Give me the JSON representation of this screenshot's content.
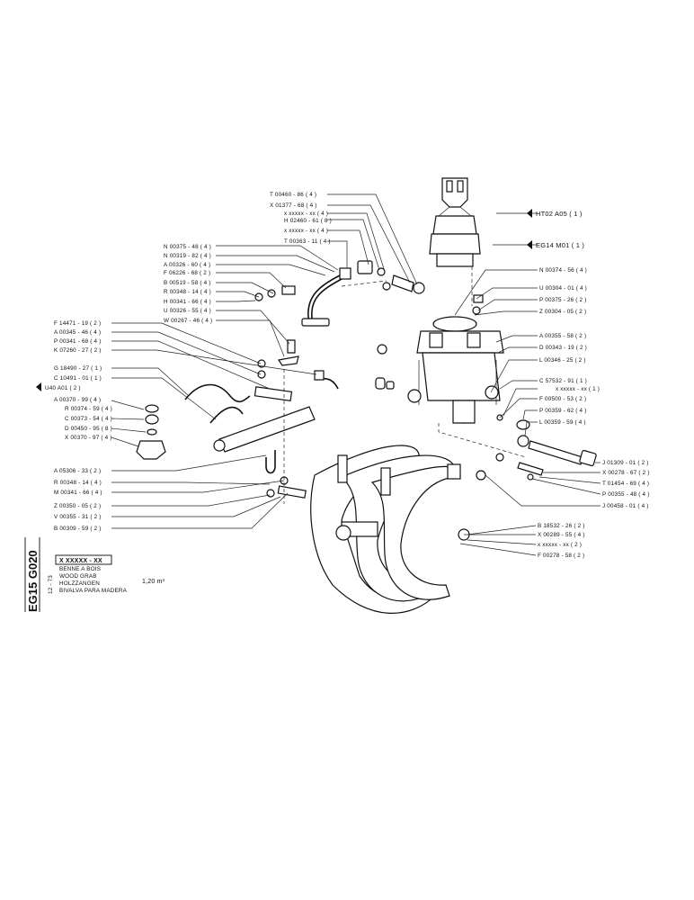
{
  "left_labels": [
    "N 00375 - 48 ( 4 )",
    "N 00319 - 82 ( 4 )",
    "A 00326 - 60 ( 4 )",
    "F 06226 - 68 ( 2 )",
    "B 00519 - 58 ( 4 )",
    "R 00348 - 14 ( 4 )",
    "H 00341 - 66 ( 4 )",
    "U 00326 - 55 ( 4 )",
    "W 00267 - 46 ( 4 )",
    "F 14471 - 19 ( 2 )",
    "A 00345 - 46 ( 4 )",
    "P 00341 - 68 ( 4 )",
    "K 07260 - 27 ( 2 )",
    "G 18490 - 27 ( 1 )",
    "C 10491 - 01 ( 1 )",
    "U40 A01 ( 2 )",
    "A 00370 - 99 ( 4 )",
    "R 00374 - 59 ( 4 )",
    "C 00373 - 54 ( 4 )",
    "D 00450 - 95 ( 8 )",
    "X 00370 - 97 ( 4 )",
    "A 05306 - 33 ( 2 )",
    "R 00348 - 14 ( 4 )",
    "M 00341 - 66 ( 4 )",
    "Z 00350 - 05 ( 2 )",
    "V 00355 - 31 ( 2 )",
    "B 00309 - 59 ( 2 )"
  ],
  "top_labels": [
    "T 00460 - 86 ( 4 )",
    "X 01377 - 68 ( 4 )",
    "x xxxxx - xx ( 4 )",
    "H 02460 - 61 ( 8 )",
    "x xxxxx - xx ( 4 )",
    "T 00363 - 11 ( 4 )"
  ],
  "right_labels": [
    "N 00374 - 56 ( 4 )",
    "U 00304 - 01 ( 4 )",
    "P 00375 - 26 ( 2 )",
    "Z 00304 - 05 ( 2 )",
    "A 00355 - 58 ( 2 )",
    "D 00343 - 19 ( 2 )",
    "L 00346 - 25 ( 2 )",
    "C 57532 - 91 ( 1 )",
    "x xxxxx - xx ( 1 )",
    "F 00500 - 53 ( 2 )",
    "P 00359 - 62 ( 4 )",
    "L 00359 - 59 ( 4 )",
    "J 01309 - 01 ( 2 )",
    "X 00278 - 67 ( 2 )",
    "T 01454 - 69 ( 4 )",
    "P 00355 - 48 ( 4 )",
    "J 00458 - 01 ( 4 )",
    "B 18532 - 26 ( 2 )",
    "X 00289 - 55 ( 4 )",
    "x xxxxx - xx ( 2 )",
    "F 00278 - 58 ( 2 )"
  ],
  "references": {
    "hto2": "HT02  A05 ( 1 )",
    "eg14": "EG14  M01 ( 1 )"
  },
  "title_block": {
    "code": "X XXXXX - XX",
    "lines": [
      "BENNE A BOIS",
      "WOOD GRAB",
      "HOLZZANGEN",
      "BIVALVA PARA MADERA"
    ],
    "capacity": "1,20 m³",
    "date": "12 - 73",
    "vertical_code": "EG15  G020"
  }
}
